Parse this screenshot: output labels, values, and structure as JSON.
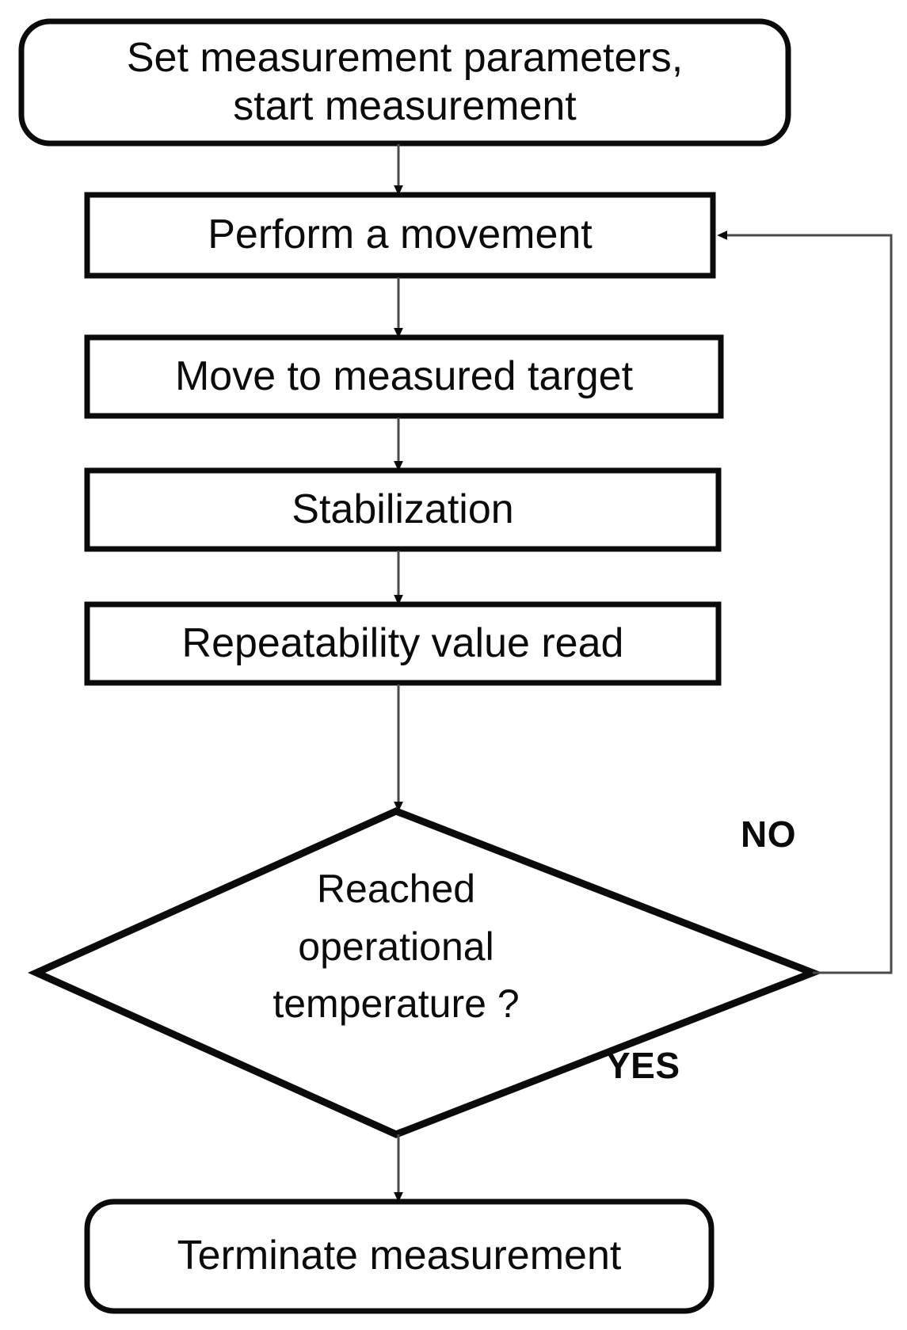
{
  "diagram": {
    "type": "flowchart",
    "orientation": "top-to-bottom",
    "title": "Repeatability measurement procedure flowchart",
    "stroke_color": "#0b0b0b",
    "fill_color": "#ffffff",
    "connector_color": "#3a3a3a",
    "nodes": [
      {
        "id": "start",
        "shape": "terminator",
        "label": "Set measurement parameters,\nstart measurement"
      },
      {
        "id": "perform-movement",
        "shape": "process",
        "label": "Perform a movement"
      },
      {
        "id": "move-target",
        "shape": "process",
        "label": "Move to  measured target"
      },
      {
        "id": "stabilization",
        "shape": "process",
        "label": "Stabilization"
      },
      {
        "id": "repeatability-read",
        "shape": "process",
        "label": "Repeatability value read"
      },
      {
        "id": "decision-temperature",
        "shape": "decision",
        "label": "Reached\noperational\ntemperature ?"
      },
      {
        "id": "terminate",
        "shape": "terminator",
        "label": "Terminate measurement"
      }
    ],
    "edges": [
      {
        "id": "e1",
        "from": "start",
        "to": "perform-movement",
        "label": ""
      },
      {
        "id": "e2",
        "from": "perform-movement",
        "to": "move-target",
        "label": ""
      },
      {
        "id": "e3",
        "from": "move-target",
        "to": "stabilization",
        "label": ""
      },
      {
        "id": "e4",
        "from": "stabilization",
        "to": "repeatability-read",
        "label": ""
      },
      {
        "id": "e5",
        "from": "repeatability-read",
        "to": "decision-temperature",
        "label": ""
      },
      {
        "id": "e6",
        "from": "decision-temperature",
        "to": "perform-movement",
        "label": "NO"
      },
      {
        "id": "e7",
        "from": "decision-temperature",
        "to": "terminate",
        "label": "YES"
      }
    ],
    "edge_labels": {
      "no": "NO",
      "yes": "YES"
    }
  }
}
